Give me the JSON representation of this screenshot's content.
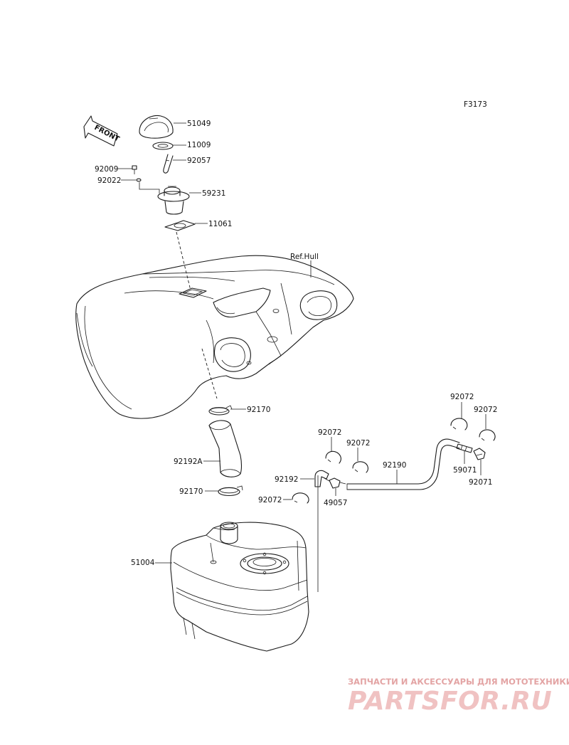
{
  "diagram": {
    "figure_code": "F3173",
    "front_arrow_label": "FRONT",
    "ref_label": "Ref.Hull",
    "part_numbers": {
      "p51049": "51049",
      "p11009": "11009",
      "p92057": "92057",
      "p92009": "92009",
      "p92022": "92022",
      "p59231": "59231",
      "p11061": "11061",
      "p92170_top": "92170",
      "p92192A": "92192A",
      "p92170_bottom": "92170",
      "p51004": "51004",
      "p92192": "92192",
      "p92072_left_low": "92072",
      "p49057": "49057",
      "p92072_mid1": "92072",
      "p92072_mid2": "92072",
      "p92190": "92190",
      "p92072_right1": "92072",
      "p92072_right2": "92072",
      "p59071": "59071",
      "p92071": "92071"
    }
  },
  "watermark": {
    "tagline": "ЗАПЧАСТИ И АКСЕССУАРЫ ДЛЯ МОТОТЕХНИКИ",
    "logo": "PARTSFOR.RU"
  }
}
